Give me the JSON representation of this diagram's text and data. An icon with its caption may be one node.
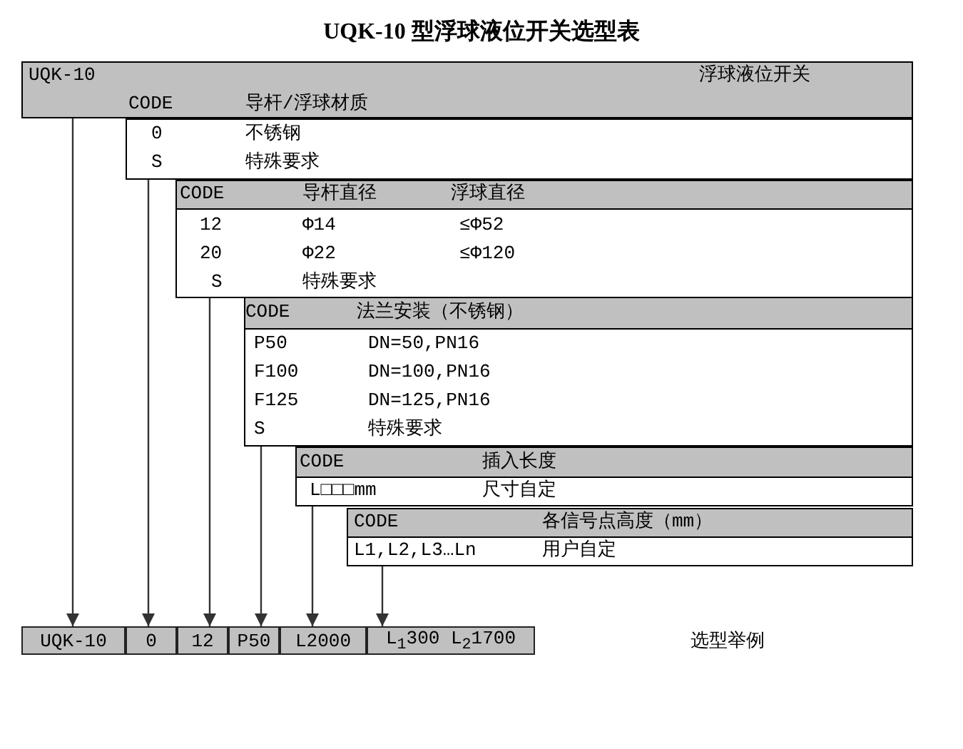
{
  "diagram": {
    "title": "UQK-10 型浮球液位开关选型表",
    "nodes": [
      {
        "text": [
          "UQK-10",
          "浮球液位开关",
          "CODE",
          "导杆/浮球材质"
        ]
      },
      {
        "text": [
          "0",
          "不锈钢",
          "S",
          "特殊要求"
        ]
      },
      {
        "text": [
          "CODE",
          "导杆直径",
          "浮球直径"
        ]
      },
      {
        "text": [
          "12",
          "Φ14",
          "≤Φ52",
          "20",
          "Φ22",
          "≤Φ120",
          "S",
          "特殊要求"
        ]
      },
      {
        "text": [
          "CODE",
          "法兰安装（不锈钢）"
        ]
      },
      {
        "text": [
          "P50",
          "DN=50,PN16",
          "F100",
          "DN=100,PN16",
          "F125",
          "DN=125,PN16",
          "S",
          "特殊要求"
        ]
      },
      {
        "text": [
          "CODE",
          "插入长度"
        ]
      },
      {
        "text": [
          "L□□□mm",
          "尺寸自定"
        ]
      },
      {
        "text": [
          "CODE",
          "各信号点高度（mm）"
        ]
      },
      {
        "text": [
          "L1,L2,L3…Ln",
          "用户自定"
        ]
      },
      {
        "text": [
          "UQK-10"
        ]
      },
      {
        "text": [
          "0"
        ]
      },
      {
        "text": [
          "12"
        ]
      },
      {
        "text": [
          "P50"
        ]
      },
      {
        "text": [
          "L2000"
        ]
      },
      {
        "text": [
          "L$_{1}$300 L$_{2}$1700"
        ]
      }
    ],
    "edges": [
      {
        "from": 0,
        "to": 10,
        "arrow": "to"
      },
      {
        "from": 1,
        "to": 11,
        "arrow": "to"
      },
      {
        "from": 3,
        "to": 12,
        "arrow": "to"
      },
      {
        "from": 5,
        "to": 13,
        "arrow": "to"
      },
      {
        "from": 7,
        "to": 14,
        "arrow": "to"
      },
      {
        "from": 9,
        "to": 15,
        "arrow": "to"
      }
    ],
    "labels": [
      "选型举例"
    ]
  }
}
